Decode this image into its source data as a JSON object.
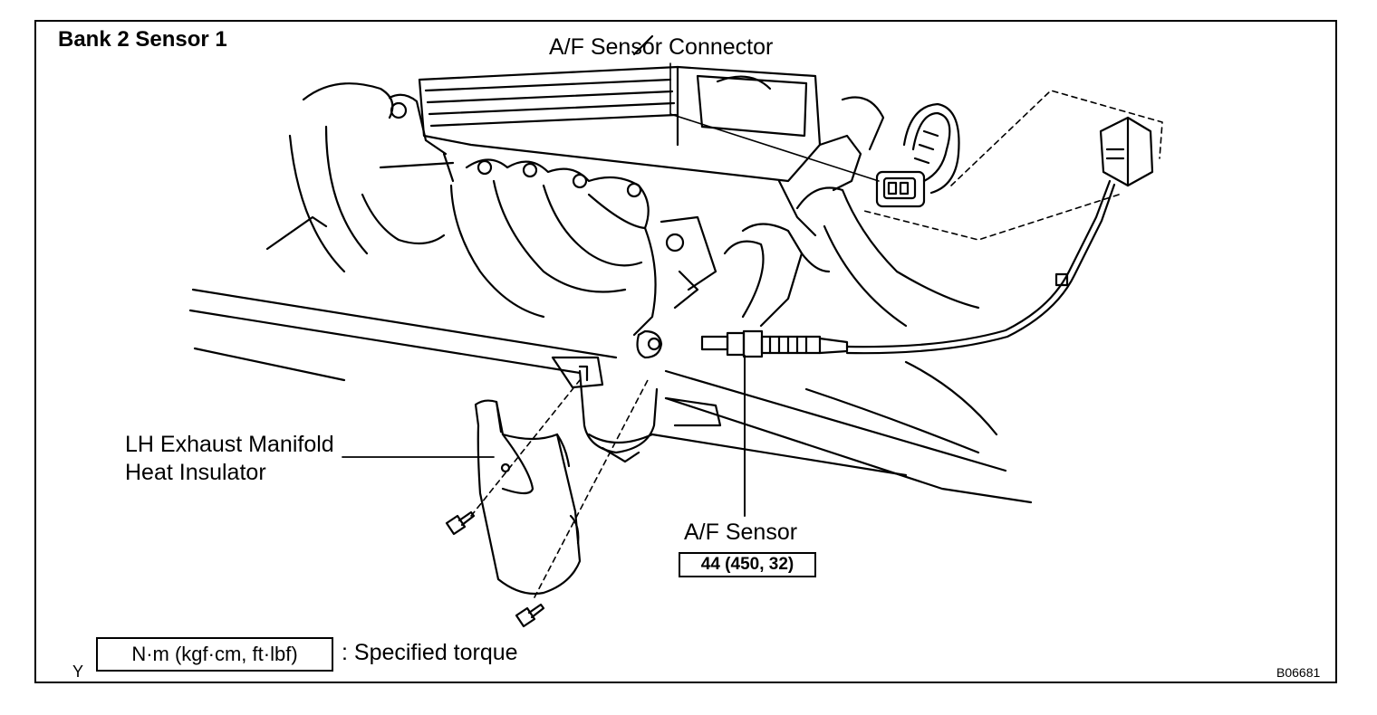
{
  "title": "Bank 2 Sensor 1",
  "labels": {
    "af_sensor_connector": "A/F Sensor Connector",
    "heat_insulator_line1": "LH Exhaust Manifold",
    "heat_insulator_line2": "Heat Insulator",
    "af_sensor": "A/F Sensor",
    "af_sensor_torque": "44 (450, 32)"
  },
  "legend": {
    "torque_units": "N·m (kgf·cm, ft·lbf)",
    "description": ": Specified torque"
  },
  "corner_mark": "Y",
  "figure_code": "B06681",
  "icons": [
    "engine-drawing",
    "af-sensor-drawing",
    "connector-drawing",
    "heat-insulator-drawing",
    "bolt-icon"
  ]
}
